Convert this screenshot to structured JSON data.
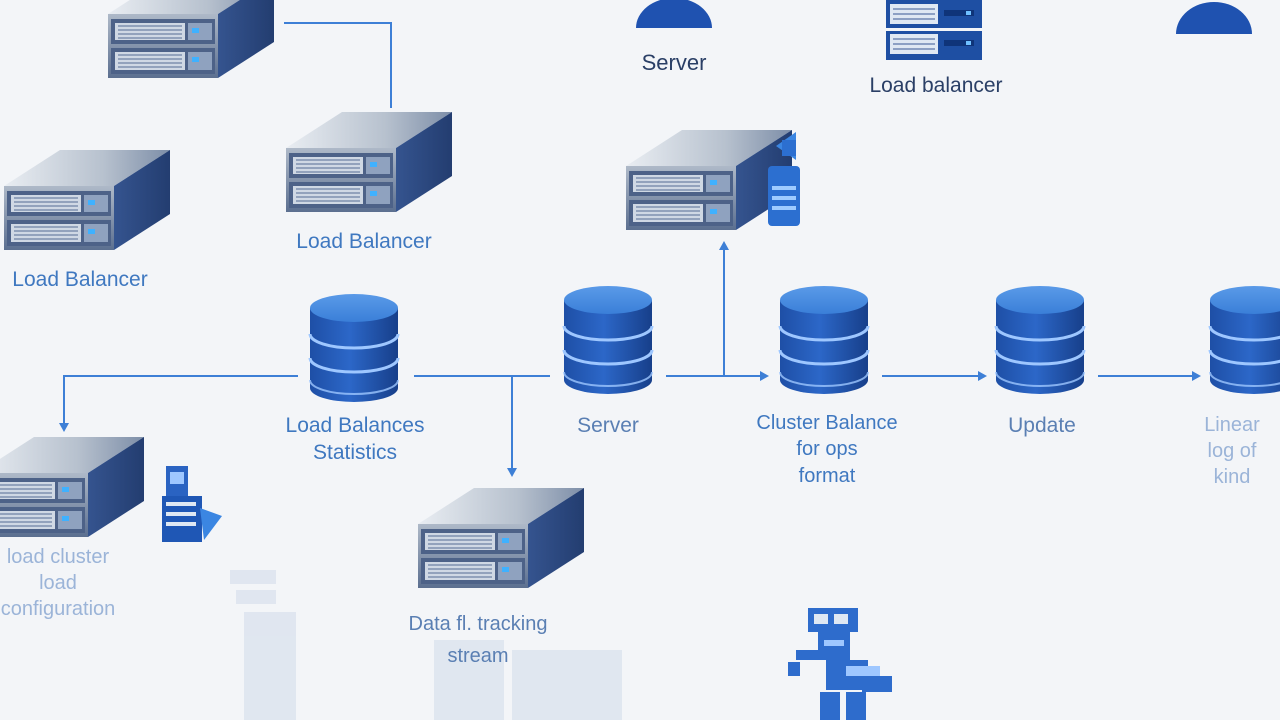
{
  "colors": {
    "background": "#f3f5f8",
    "accent": "#2f6cc7",
    "connector": "#3d7fd6",
    "server_dark": "#2d4a86",
    "database": "#1f57b5"
  },
  "labels": {
    "top_server": "Server",
    "top_load_balancer": "Load balancer",
    "load_balancer_a": "Load Balancer",
    "load_balancer_b": "Load Balancer",
    "database_1_line1": "Load Balances",
    "database_1_line2": "Statistics",
    "database_2": "Server",
    "database_3_line1": "Cluster Balance",
    "database_3_line2": "for ops",
    "database_3_line3": "format",
    "database_4": "Update",
    "database_5_line1": "Linear",
    "database_5_line2": "log of",
    "database_5_line3": "kind",
    "bottom_left_line1": "load cluster",
    "bottom_left_line2": "load",
    "bottom_left_line3": "configuration",
    "bottom_center_line1": "Data fl. tracking",
    "bottom_center_line2": "stream"
  },
  "icons": [
    "rack-server-icon",
    "database-cylinder-icon",
    "user-silhouette-icon",
    "cloud-app-icon",
    "robot-icon"
  ]
}
